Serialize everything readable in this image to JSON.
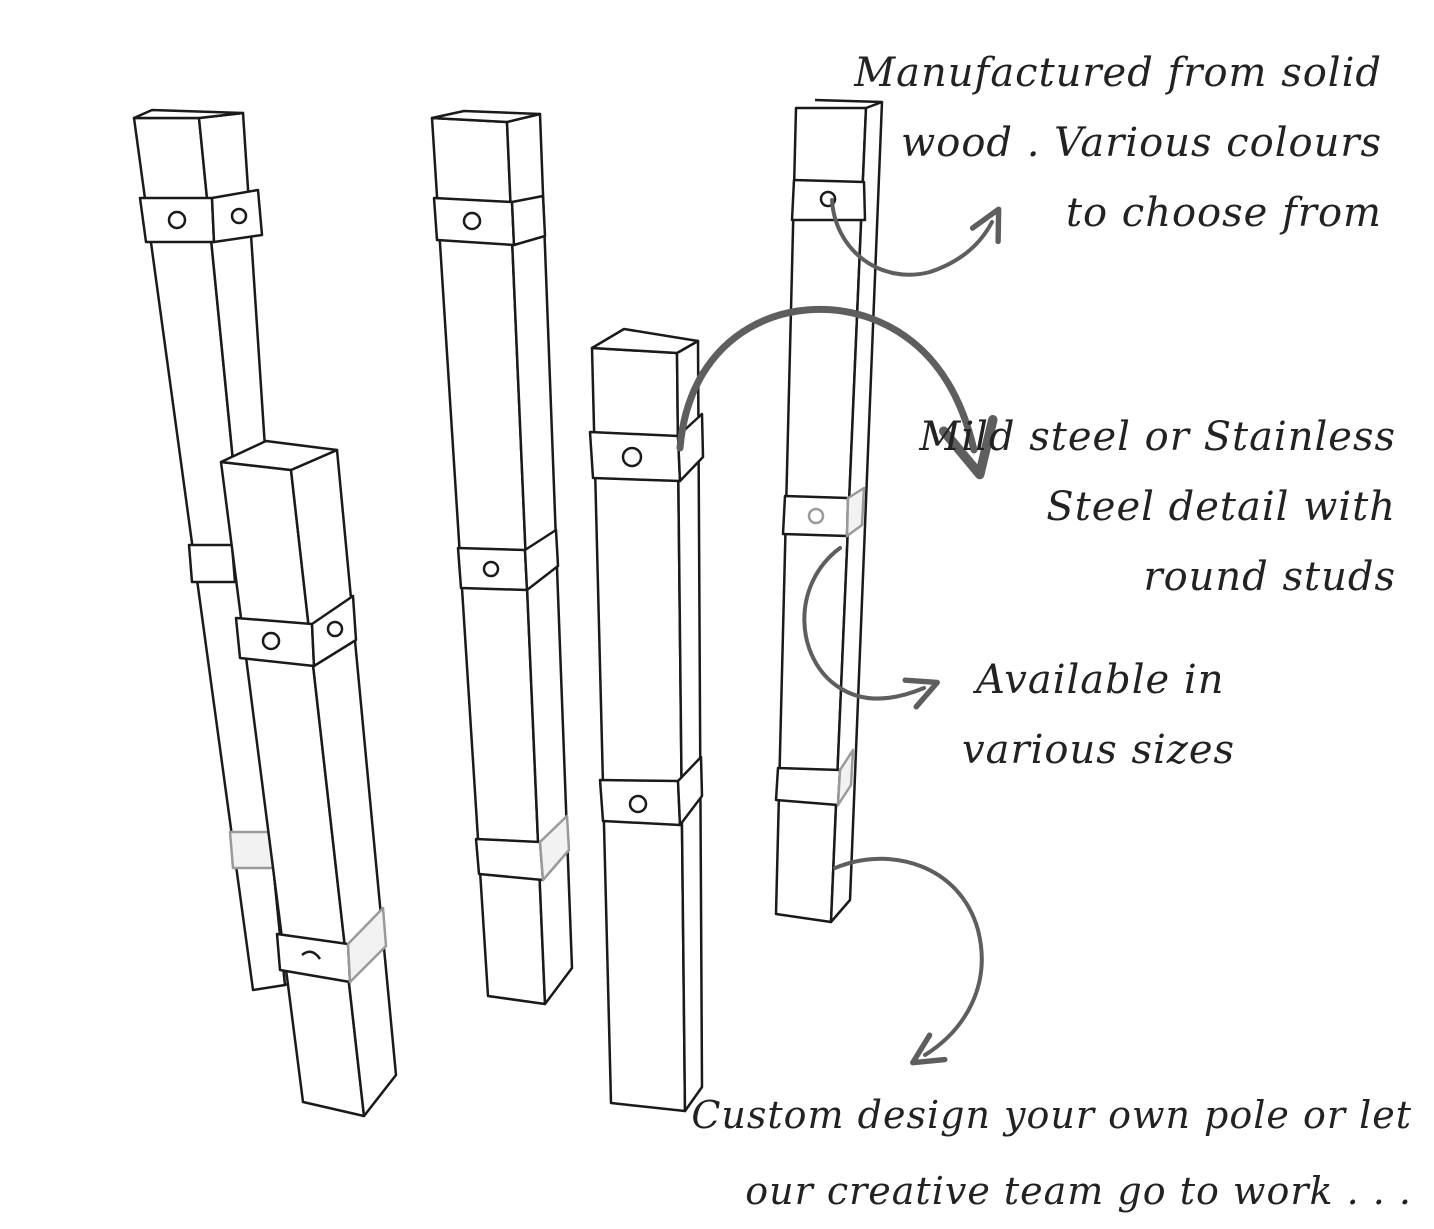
{
  "colors": {
    "background": "#ffffff",
    "ink": "#1a1a1a",
    "arrow": "#5e5e5e",
    "band_fill": "#ffffff",
    "band_light": "#bdbdbd"
  },
  "callouts": {
    "material": {
      "lines": [
        "Manufactured from solid",
        "wood . Various colours",
        "to choose from"
      ]
    },
    "steel": {
      "lines": [
        "Mild steel or Stainless",
        "Steel detail with",
        "round studs"
      ]
    },
    "sizes": {
      "lines": [
        "Available in",
        "various sizes"
      ]
    },
    "custom": {
      "lines": [
        "Custom design your own pole or let",
        "our creative team go to work . . ."
      ]
    }
  }
}
